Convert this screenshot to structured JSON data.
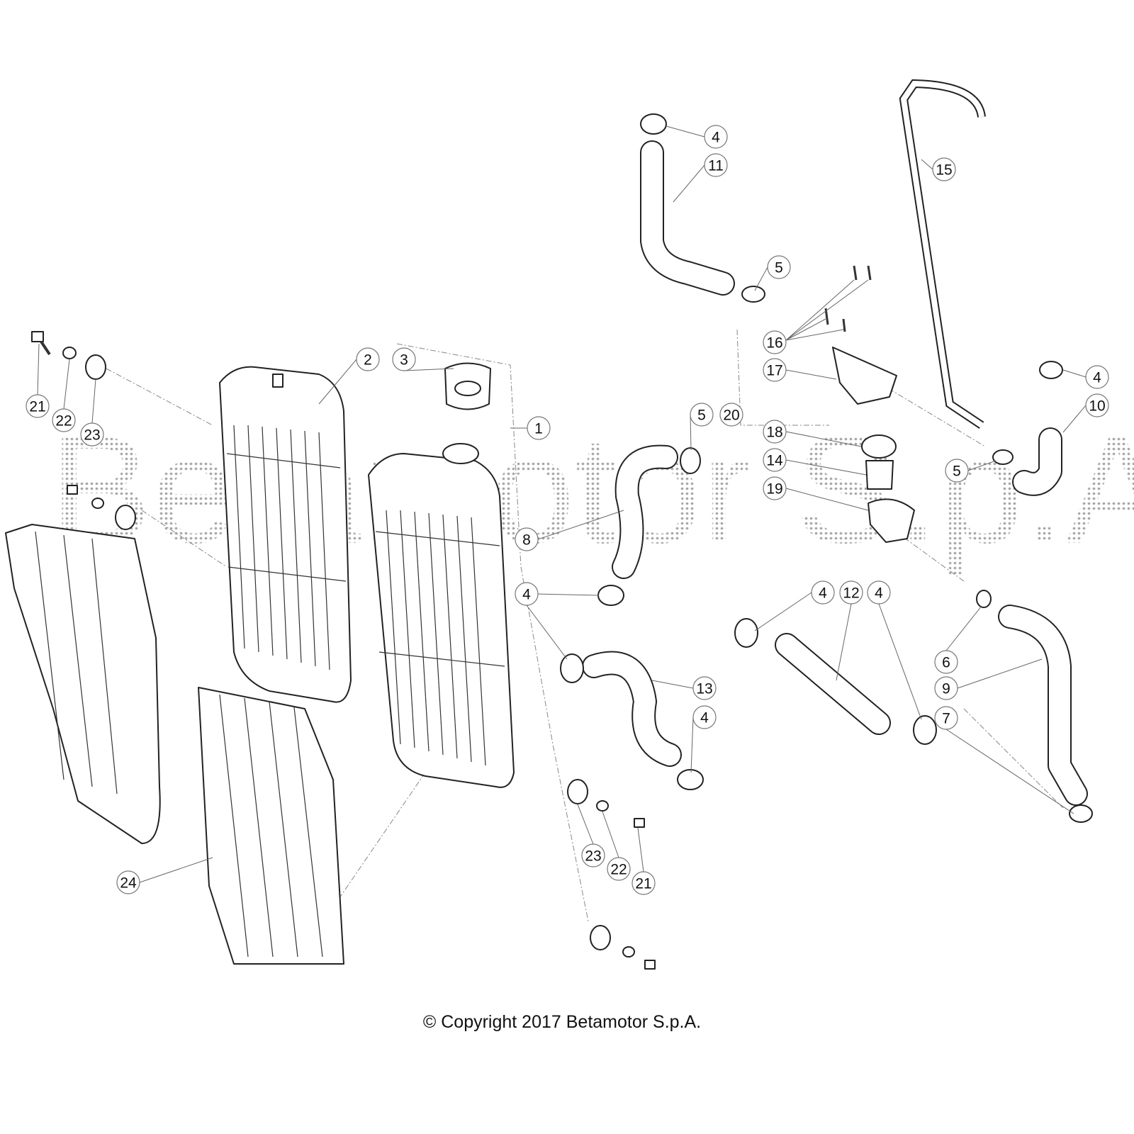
{
  "watermark": "Betamotor S.p.A.",
  "copyright": "© Copyright 2017 Betamotor S.p.A.",
  "callouts": [
    "4",
    "11",
    "15",
    "5",
    "16",
    "17",
    "2",
    "3",
    "1",
    "5",
    "20",
    "18",
    "14",
    "19",
    "4",
    "10",
    "5",
    "21",
    "22",
    "23",
    "8",
    "4",
    "4",
    "12",
    "4",
    "6",
    "9",
    "13",
    "4",
    "7",
    "23",
    "22",
    "21",
    "24",
    "21",
    "22",
    "23"
  ]
}
